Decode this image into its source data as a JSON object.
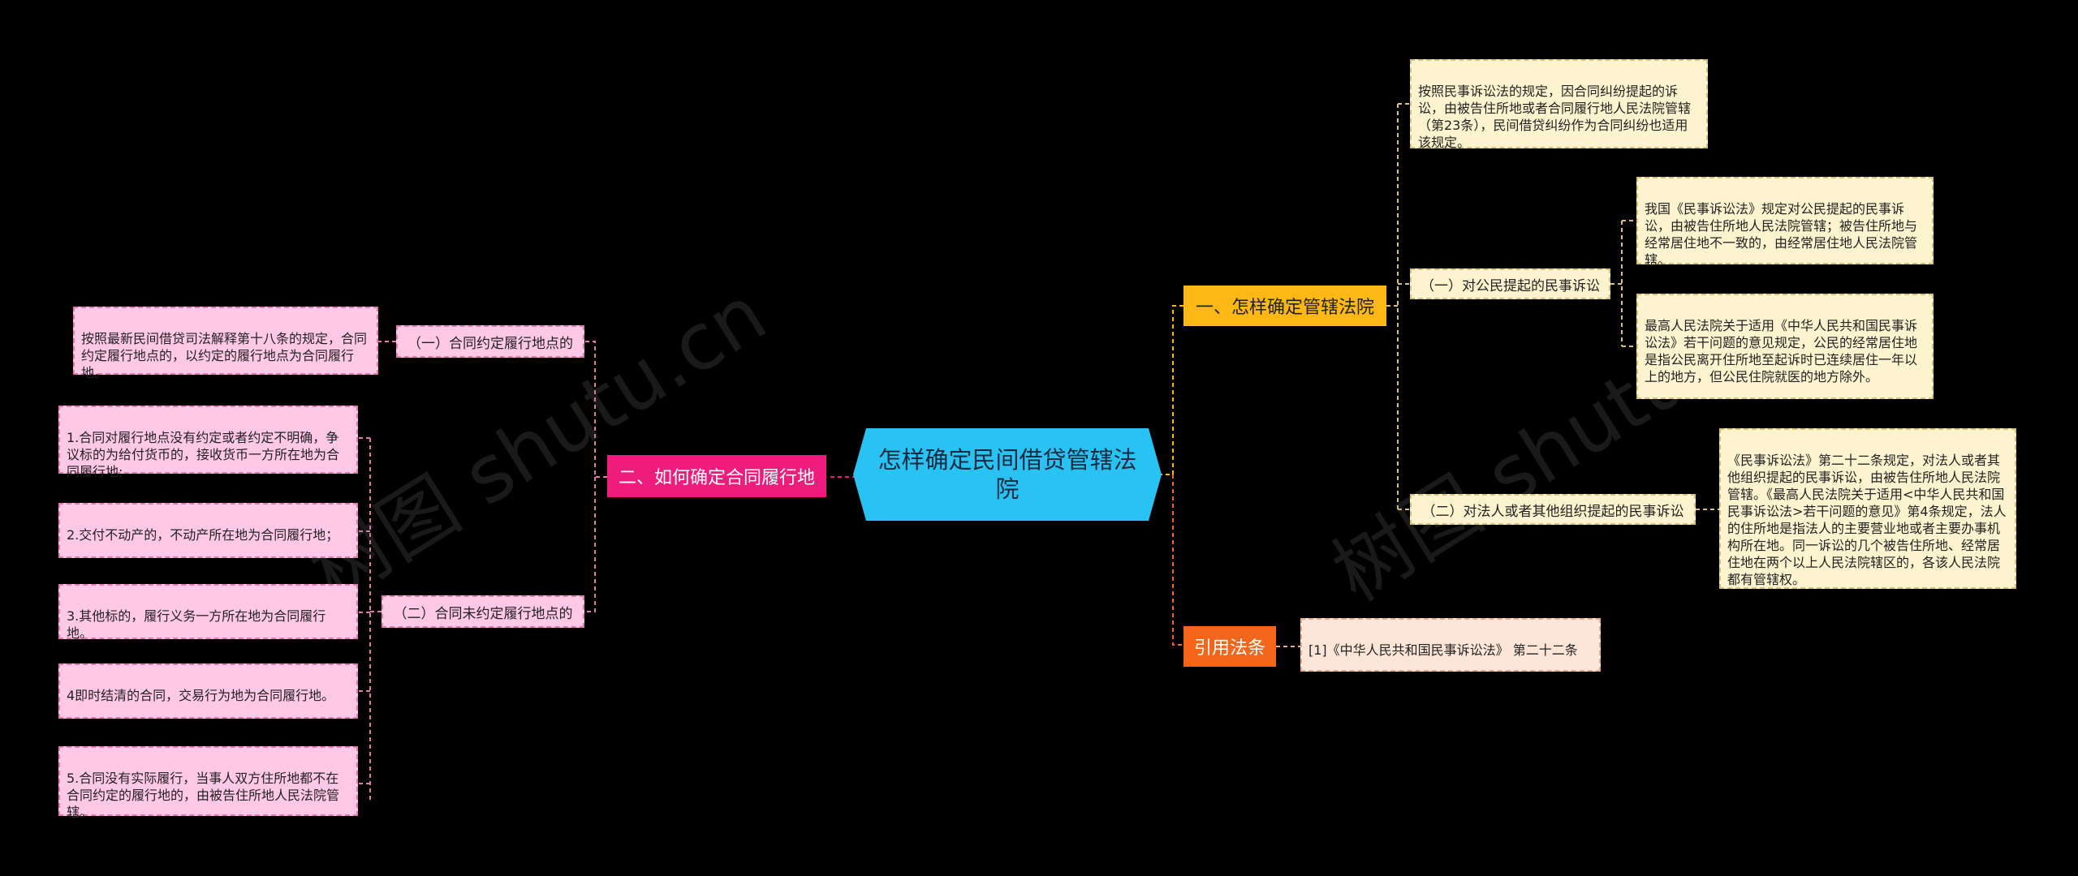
{
  "center": {
    "title": "怎样确定民间借贷管辖法院"
  },
  "branches": {
    "left": {
      "label": "二、如何确定合同履行地",
      "subs": [
        {
          "label": "（一）合同约定履行地点的",
          "leaves": [
            "按照最新民间借贷司法解释第十八条的规定，合同约定履行地点的，以约定的履行地点为合同履行地。"
          ]
        },
        {
          "label": "（二）合同未约定履行地点的",
          "leaves": [
            "1.合同对履行地点没有约定或者约定不明确，争议标的为给付货币的，接收货币一方所在地为合同履行地;",
            "2.交付不动产的，不动产所在地为合同履行地；",
            "3.其他标的，履行义务一方所在地为合同履行地。",
            "4即时结清的合同，交易行为地为合同履行地。",
            "5.合同没有实际履行，当事人双方住所地都不在合同约定的履行地的，由被告住所地人民法院管辖。"
          ]
        }
      ]
    },
    "right_top": {
      "label": "一、怎样确定管辖法院",
      "intro": "按照民事诉讼法的规定，因合同纠纷提起的诉讼，由被告住所地或者合同履行地人民法院管辖（第23条），民间借贷纠纷作为合同纠纷也适用该规定。",
      "subs": [
        {
          "label": "（一）对公民提起的民事诉讼",
          "leaves": [
            "我国《民事诉讼法》规定对公民提起的民事诉讼，由被告住所地人民法院管辖；被告住所地与经常居住地不一致的，由经常居住地人民法院管辖。",
            "最高人民法院关于适用《中华人民共和国民事诉讼法》若干问题的意见规定，公民的经常居住地是指公民离开住所地至起诉时已连续居住一年以上的地方，但公民住院就医的地方除外。"
          ]
        },
        {
          "label": "（二）对法人或者其他组织提起的民事诉讼",
          "leaves": [
            "《民事诉讼法》第二十二条规定，对法人或者其他组织提起的民事诉讼，由被告住所地人民法院管辖。《最高人民法院关于适用<中华人民共和国民事诉讼法>若干问题的意见》第4条规定，法人的住所地是指法人的主要营业地或者主要办事机构所在地。同一诉讼的几个被告住所地、经常居住地在两个以上人民法院辖区的，各该人民法院都有管辖权。"
          ]
        }
      ]
    },
    "right_bottom": {
      "label": "引用法条",
      "leaves": [
        "[1]《中华人民共和国民事诉讼法》 第二十二条"
      ]
    }
  },
  "watermark": {
    "text": "树图 shutu.cn"
  },
  "colors": {
    "center": "#29c3f3",
    "pink": "#ee1c7d",
    "orange": "#fdb815",
    "red": "#f4661c",
    "cream": "#fdf4cf",
    "lightpink": "#ffc8e6"
  }
}
